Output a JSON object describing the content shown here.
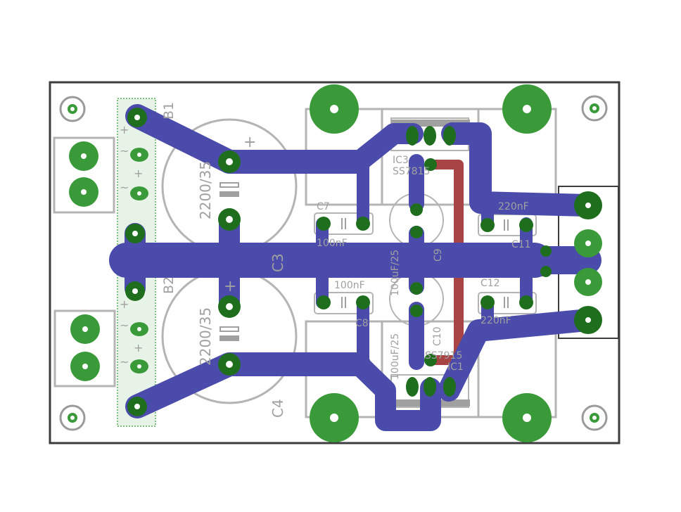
{
  "colors": {
    "board_outline": "#3c3c3c",
    "silkscreen": "#b4b4b4",
    "top_copper": "#4b4bab",
    "bottom_copper": "#a84444",
    "pad": "#3a9a3a"
  },
  "labels": {
    "b1": "B1",
    "b2": "B2",
    "c3": "C3",
    "c4": "C4",
    "c3_value": "2200/35",
    "c4_value": "2200/35",
    "c7": "C7",
    "c7_value": "100nF",
    "c8": "C8",
    "c8_value": "100nF",
    "c9": "C9",
    "c9_value": "100uF/25",
    "c10": "C10",
    "c10_value": "100uF/25",
    "c11": "C11",
    "c11_value": "220nF",
    "c12": "C12",
    "c12_value": "220nF",
    "ic3": "IC3",
    "ic3_value": "SS7815",
    "ic1": "IC1",
    "ic1_value": "SS7915",
    "plus": "+",
    "tilde": "~"
  }
}
